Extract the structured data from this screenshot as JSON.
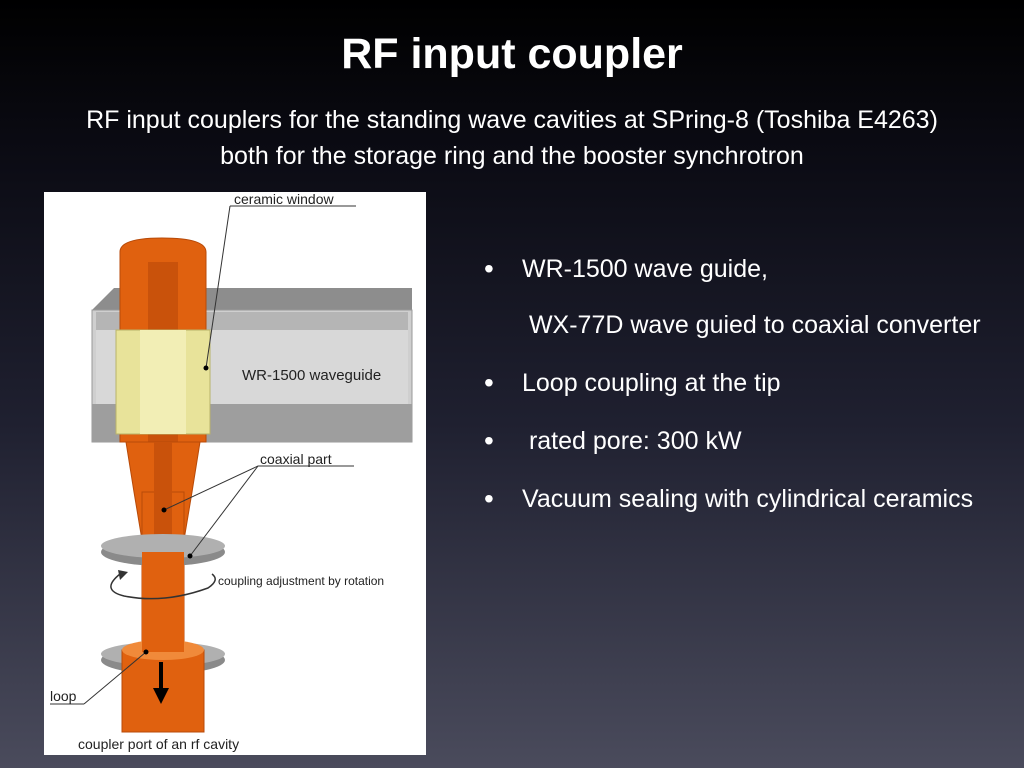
{
  "slide": {
    "title": "RF input coupler",
    "subtitle_line1": "RF input couplers for the standing wave cavities at SPring-8 (Toshiba E4263)",
    "subtitle_line2": "both for the storage ring and the booster synchrotron"
  },
  "figure": {
    "labels": {
      "ceramic_window": "ceramic window",
      "waveguide": "WR-1500 waveguide",
      "coaxial_part": "coaxial part",
      "coupling_adjustment": "coupling adjustment by rotation",
      "loop": "loop",
      "coupler_port": "coupler port of an rf cavity"
    },
    "colors": {
      "copper": "#e0610f",
      "ceramic": "#e8e39a",
      "waveguide_gray": "#a8a8a8"
    }
  },
  "bullets": [
    {
      "text": "WR-1500 wave guide,",
      "bullet": "•"
    },
    {
      "text": " WX-77D wave guied to coaxial converter",
      "bullet": ""
    },
    {
      "text": "Loop coupling at the tip",
      "bullet": "•"
    },
    {
      "text": " rated pore: 300 kW",
      "bullet": "•"
    },
    {
      "text": "Vacuum sealing with cylindrical ceramics",
      "bullet": "•"
    }
  ]
}
